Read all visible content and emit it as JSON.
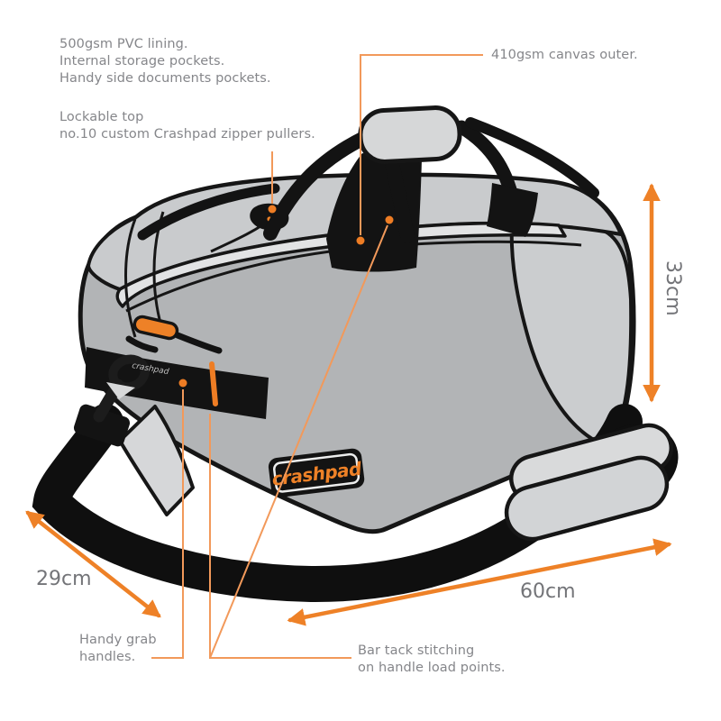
{
  "labels": {
    "lining": [
      "500gsm PVC lining.",
      "Internal storage pockets.",
      "Handy side documents pockets."
    ],
    "lockable": [
      "Lockable top",
      "no.10 custom Crashpad zipper pullers."
    ],
    "canvas_outer": "410gsm canvas outer.",
    "grab_handles": [
      "Handy grab",
      "handles."
    ],
    "bar_tack": [
      "Bar tack stitching",
      "on handle load points."
    ]
  },
  "dimensions": {
    "height": "33cm",
    "depth": "29cm",
    "length": "60cm"
  },
  "brand": {
    "logo_text": "crashpad",
    "strap_print_text": "crashpad"
  },
  "colors": {
    "accent_orange": "#EE8127",
    "leader_orange": "#F2995A",
    "dot_orange": "#EE7D24",
    "annotation_gray": "#85868A",
    "dimension_gray": "#737478",
    "bag_gray": "#B2B4B6",
    "bag_light_gray": "#D6D7D9",
    "outline_black": "#161616"
  }
}
